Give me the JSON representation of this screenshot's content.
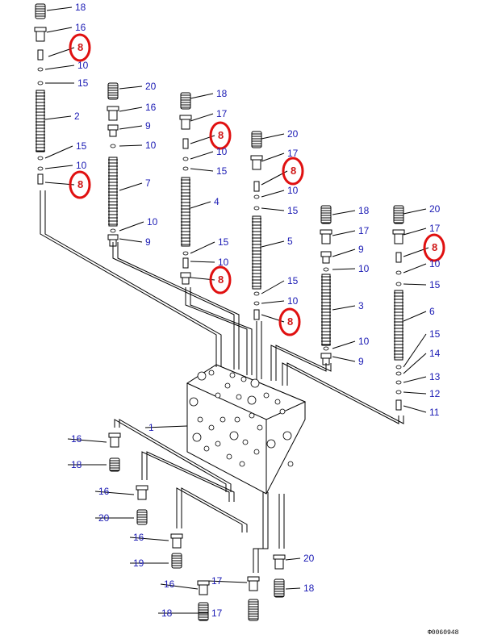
{
  "diagram": {
    "drawing_code": "Φ0060948",
    "highlight_color": "#e01010",
    "label_color": "#1a1ab4",
    "callouts": [
      {
        "id": "c1",
        "text": "18",
        "highlight": false
      },
      {
        "id": "c2",
        "text": "16",
        "highlight": false
      },
      {
        "id": "c3",
        "text": "8",
        "highlight": true
      },
      {
        "id": "c4",
        "text": "10",
        "highlight": false
      },
      {
        "id": "c5",
        "text": "15",
        "highlight": false
      },
      {
        "id": "c6",
        "text": "2",
        "highlight": false
      },
      {
        "id": "c7",
        "text": "15",
        "highlight": false
      },
      {
        "id": "c8",
        "text": "10",
        "highlight": false
      },
      {
        "id": "c9",
        "text": "8",
        "highlight": true
      },
      {
        "id": "c10",
        "text": "20",
        "highlight": false
      },
      {
        "id": "c11",
        "text": "16",
        "highlight": false
      },
      {
        "id": "c12",
        "text": "9",
        "highlight": false
      },
      {
        "id": "c13",
        "text": "10",
        "highlight": false
      },
      {
        "id": "c14",
        "text": "7",
        "highlight": false
      },
      {
        "id": "c15",
        "text": "10",
        "highlight": false
      },
      {
        "id": "c16",
        "text": "9",
        "highlight": false
      },
      {
        "id": "c17",
        "text": "18",
        "highlight": false
      },
      {
        "id": "c18",
        "text": "17",
        "highlight": false
      },
      {
        "id": "c19",
        "text": "8",
        "highlight": true
      },
      {
        "id": "c20",
        "text": "10",
        "highlight": false
      },
      {
        "id": "c21",
        "text": "15",
        "highlight": false
      },
      {
        "id": "c22",
        "text": "4",
        "highlight": false
      },
      {
        "id": "c23",
        "text": "15",
        "highlight": false
      },
      {
        "id": "c24",
        "text": "10",
        "highlight": false
      },
      {
        "id": "c25",
        "text": "8",
        "highlight": true
      },
      {
        "id": "c26",
        "text": "20",
        "highlight": false
      },
      {
        "id": "c27",
        "text": "17",
        "highlight": false
      },
      {
        "id": "c28",
        "text": "8",
        "highlight": true
      },
      {
        "id": "c29",
        "text": "10",
        "highlight": false
      },
      {
        "id": "c30",
        "text": "15",
        "highlight": false
      },
      {
        "id": "c31",
        "text": "5",
        "highlight": false
      },
      {
        "id": "c32",
        "text": "15",
        "highlight": false
      },
      {
        "id": "c33",
        "text": "10",
        "highlight": false
      },
      {
        "id": "c34",
        "text": "8",
        "highlight": true
      },
      {
        "id": "c35",
        "text": "18",
        "highlight": false
      },
      {
        "id": "c36",
        "text": "17",
        "highlight": false
      },
      {
        "id": "c37",
        "text": "9",
        "highlight": false
      },
      {
        "id": "c38",
        "text": "10",
        "highlight": false
      },
      {
        "id": "c39",
        "text": "3",
        "highlight": false
      },
      {
        "id": "c40",
        "text": "10",
        "highlight": false
      },
      {
        "id": "c41",
        "text": "9",
        "highlight": false
      },
      {
        "id": "c42",
        "text": "20",
        "highlight": false
      },
      {
        "id": "c43",
        "text": "17",
        "highlight": false
      },
      {
        "id": "c44",
        "text": "8",
        "highlight": true
      },
      {
        "id": "c45",
        "text": "10",
        "highlight": false
      },
      {
        "id": "c46",
        "text": "15",
        "highlight": false
      },
      {
        "id": "c47",
        "text": "6",
        "highlight": false
      },
      {
        "id": "c48",
        "text": "15",
        "highlight": false
      },
      {
        "id": "c49",
        "text": "14",
        "highlight": false
      },
      {
        "id": "c50",
        "text": "13",
        "highlight": false
      },
      {
        "id": "c51",
        "text": "12",
        "highlight": false
      },
      {
        "id": "c52",
        "text": "11",
        "highlight": false
      },
      {
        "id": "c53",
        "text": "1",
        "highlight": false
      },
      {
        "id": "c54",
        "text": "16",
        "highlight": false
      },
      {
        "id": "c55",
        "text": "18",
        "highlight": false
      },
      {
        "id": "c56",
        "text": "16",
        "highlight": false
      },
      {
        "id": "c57",
        "text": "20",
        "highlight": false
      },
      {
        "id": "c58",
        "text": "16",
        "highlight": false
      },
      {
        "id": "c59",
        "text": "19",
        "highlight": false
      },
      {
        "id": "c60",
        "text": "16",
        "highlight": false
      },
      {
        "id": "c61",
        "text": "17",
        "highlight": false
      },
      {
        "id": "c62",
        "text": "17",
        "highlight": false
      },
      {
        "id": "c63",
        "text": "18",
        "highlight": false
      },
      {
        "id": "c64",
        "text": "20",
        "highlight": false
      },
      {
        "id": "c65",
        "text": "18",
        "highlight": false
      }
    ]
  }
}
